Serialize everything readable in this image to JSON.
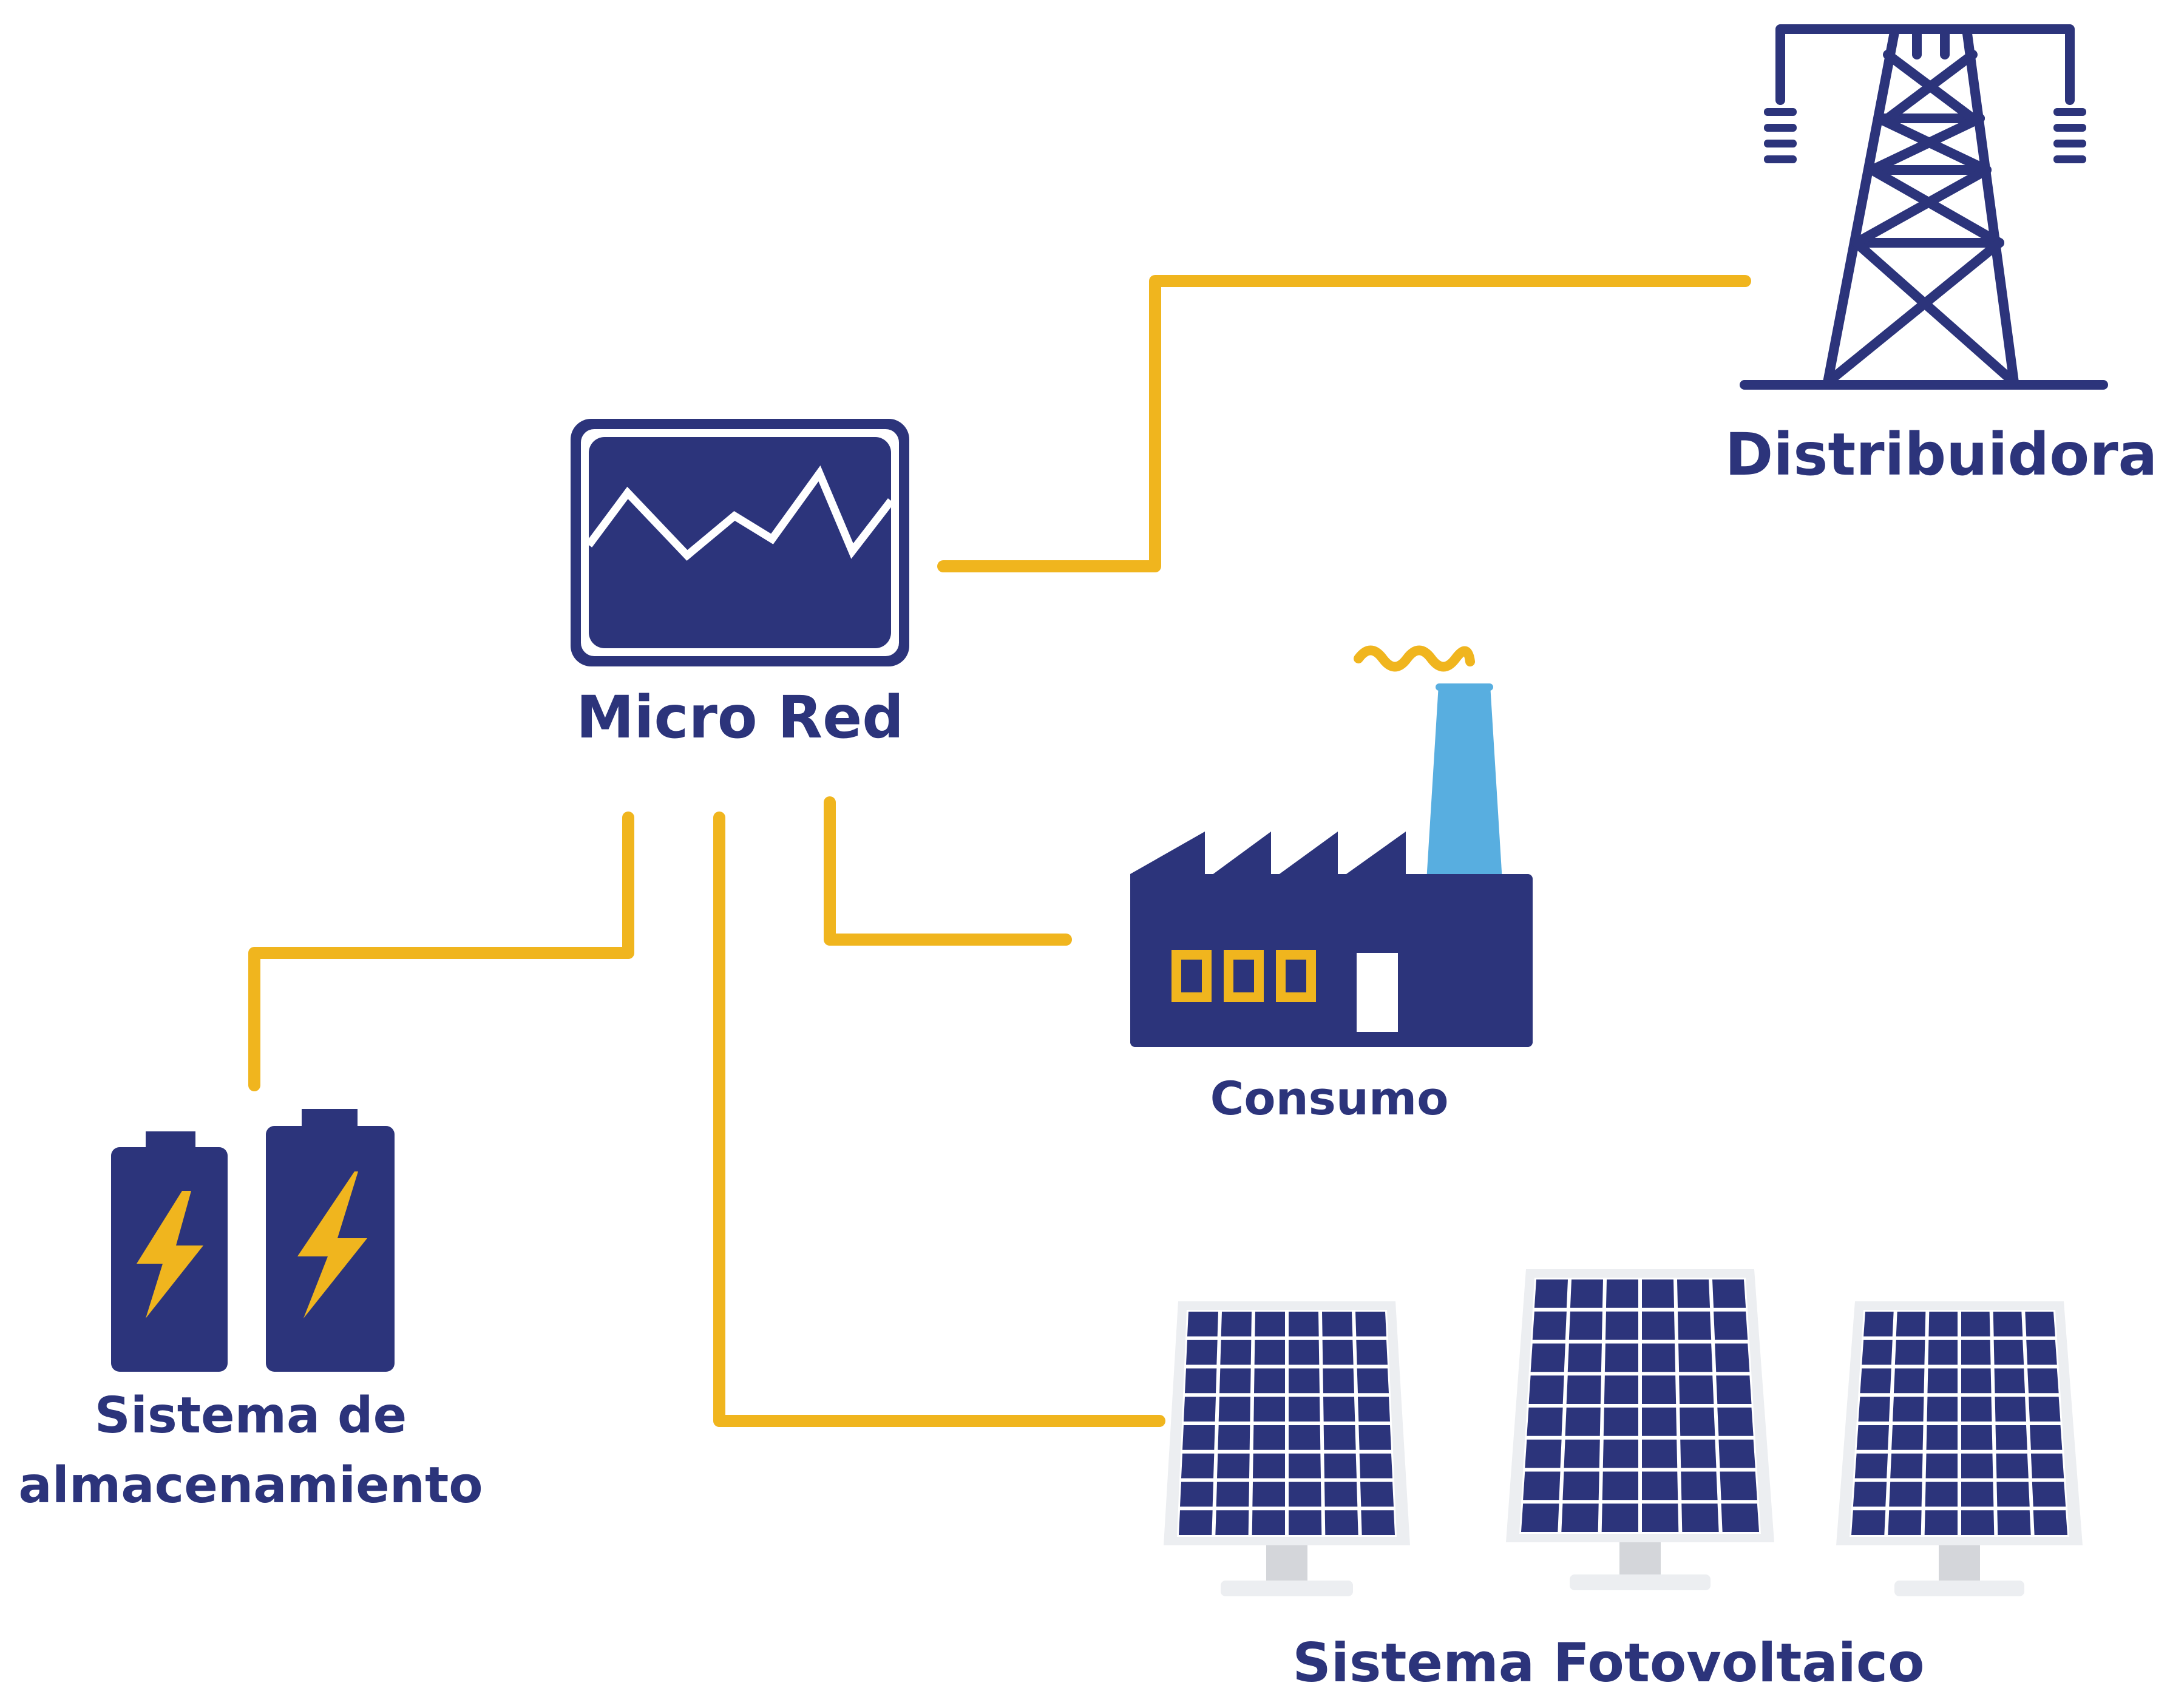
{
  "colors": {
    "navy": "#2C347B",
    "gold": "#F0B51E",
    "sky": "#58AEE0",
    "white": "#FFFFFF",
    "frame": "#ECEEF1",
    "stand": "#D4D6DA"
  },
  "nodes": {
    "microgrid": {
      "label": "Micro Red",
      "icon": "monitor-chart-icon"
    },
    "distributor": {
      "label": "Distribuidora",
      "icon": "transmission-tower-icon"
    },
    "consumption": {
      "label": "Consumo",
      "icon": "factory-icon"
    },
    "storage": {
      "label_line1": "Sistema de",
      "label_line2": "almacenamiento",
      "icon": "battery-icon"
    },
    "photovoltaic": {
      "label": "Sistema Fotovoltaico",
      "icon": "solar-panel-icon"
    }
  },
  "connections": [
    {
      "from": "microgrid",
      "to": "distributor"
    },
    {
      "from": "microgrid",
      "to": "consumption"
    },
    {
      "from": "microgrid",
      "to": "storage"
    },
    {
      "from": "microgrid",
      "to": "photovoltaic"
    }
  ]
}
